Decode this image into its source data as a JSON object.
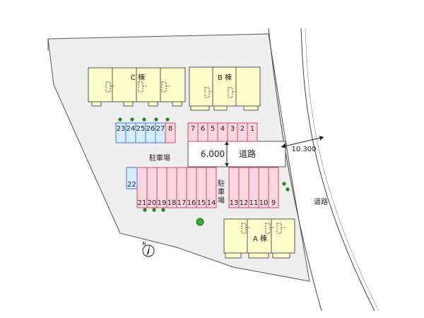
{
  "buildings": {
    "a": {
      "label": "A 棟"
    },
    "b": {
      "label": "B 棟"
    },
    "c": {
      "label": "C 棟"
    }
  },
  "parking": {
    "row_top_left": [
      "23",
      "24",
      "25",
      "26",
      "27",
      "8"
    ],
    "row_top_right": [
      "7",
      "6",
      "5",
      "4",
      "3",
      "2",
      "1"
    ],
    "single_left": "22",
    "row_bottom_left": [
      "21",
      "20",
      "19",
      "18",
      "17",
      "16",
      "15",
      "14"
    ],
    "row_bottom_right": [
      "13",
      "12",
      "11",
      "10",
      "9"
    ],
    "label_horizontal": "駐車場",
    "label_vertical": [
      "駐",
      "車",
      "場"
    ]
  },
  "roads": {
    "internal_width": "6.000",
    "internal_label": "道路",
    "external_width": "10.300",
    "external_label": "道路"
  },
  "compass": {
    "label": "N"
  },
  "colors": {
    "site_fill": "#efefef",
    "building_fill": "#ffffcc",
    "slot_blue": "#d6ecff",
    "slot_pink": "#ffd7e2",
    "slot_blue_border": "#4477dd",
    "slot_pink_border": "#d84466",
    "tree": "#1a8a1a"
  }
}
